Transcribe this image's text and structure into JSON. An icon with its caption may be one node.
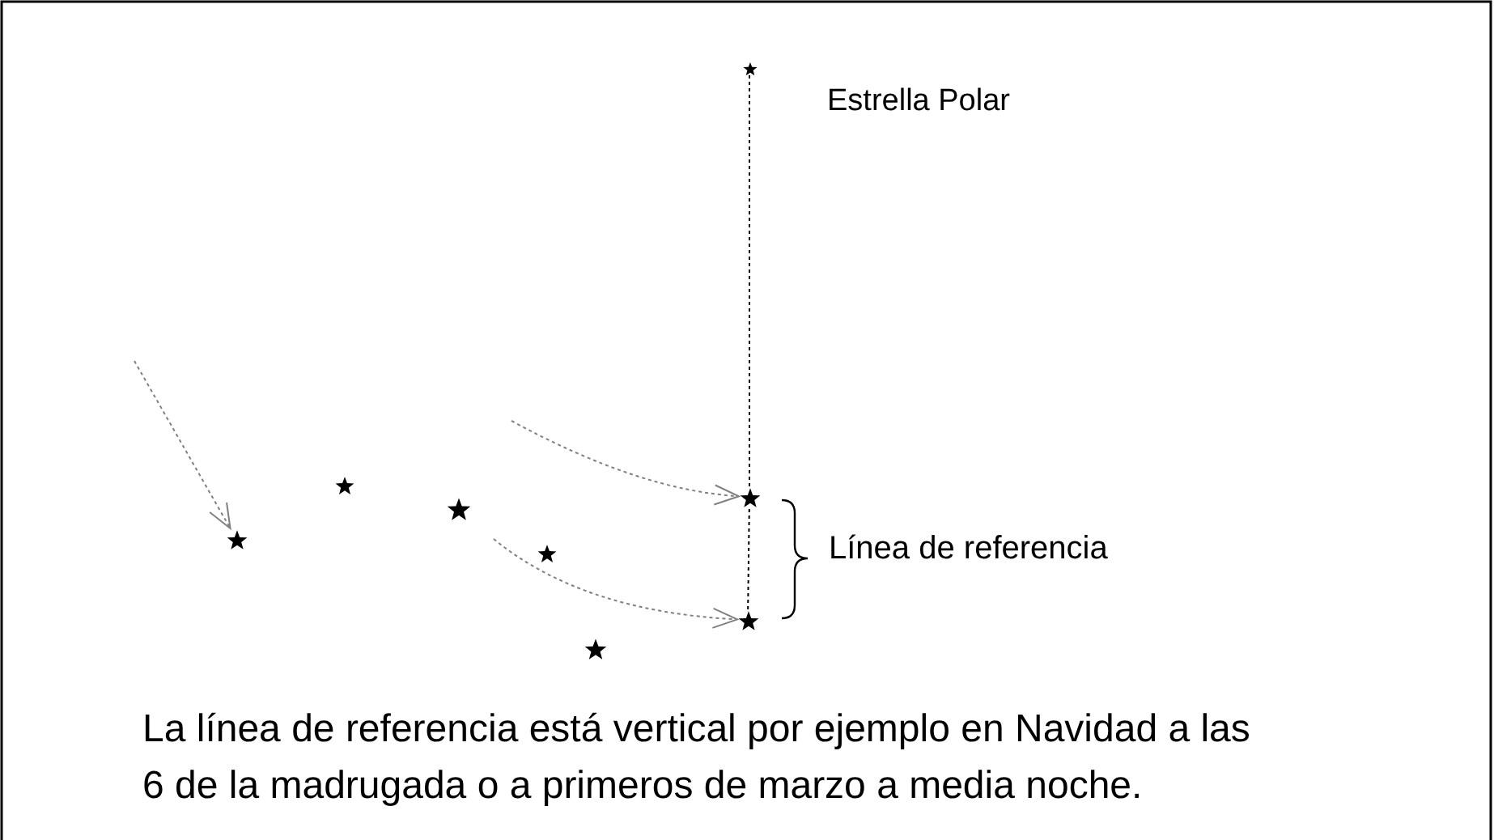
{
  "diagram": {
    "caption": "La línea de referencia está vertical por ejemplo en Navidad a las 6 de la madrugada o a primeros de marzo a media noche.",
    "nodes": [
      {
        "text": [],
        "shape": "star",
        "beside": [
          "Estrella Polar"
        ]
      },
      {
        "text": [],
        "shape": "star"
      },
      {
        "text": [],
        "shape": "star"
      },
      {
        "text": [],
        "shape": "star"
      },
      {
        "text": [],
        "shape": "star"
      },
      {
        "text": [],
        "shape": "star"
      },
      {
        "text": [],
        "shape": "star"
      },
      {
        "text": [],
        "shape": "star"
      }
    ],
    "edges": [
      {
        "from": 2,
        "to": 1,
        "arrow": "none",
        "style": "dashed",
        "color": "#000000"
      },
      {
        "from": 1,
        "to": 0,
        "arrow": "none",
        "style": "dashed",
        "color": "#000000"
      },
      {
        "from": null,
        "to": 3,
        "arrow": "to",
        "style": "dashed"
      },
      {
        "from": null,
        "to": 1,
        "arrow": "to",
        "style": "dashed"
      },
      {
        "from": null,
        "to": 2,
        "arrow": "to",
        "style": "dashed"
      }
    ],
    "labels": [
      "Línea de referencia"
    ]
  }
}
